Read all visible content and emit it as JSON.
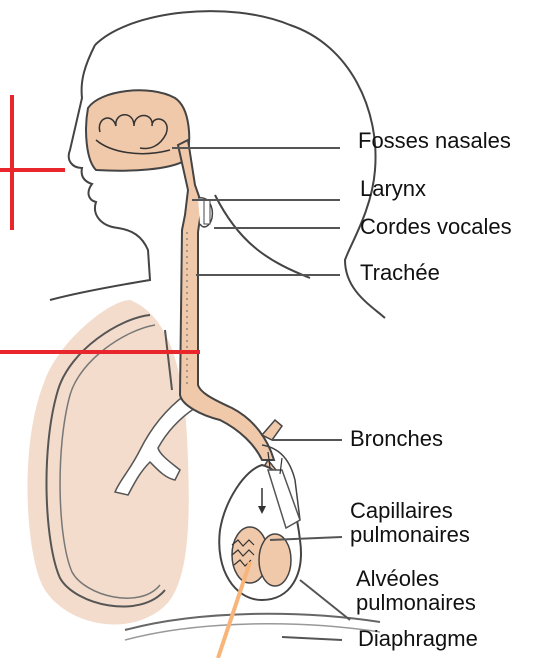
{
  "labels": {
    "fosses_nasales": "Fosses nasales",
    "larynx": "Larynx",
    "cordes_vocales": "Cordes vocales",
    "trachee": "Trachée",
    "bronches": "Bronches",
    "capillaires_1": "Capillaires",
    "capillaires_2": "pulmonaires",
    "alveoles_1": "Alvéoles",
    "alveoles_2": "pulmonaires",
    "diaphragme": "Diaphragme"
  },
  "colors": {
    "airway_fill": "#f0c8aa",
    "lung_shadow": "#f3dccb",
    "outline": "#444444",
    "leader_line": "#555555",
    "red_marker": "#e8262b",
    "orange_pointer": "#f7b57a"
  }
}
